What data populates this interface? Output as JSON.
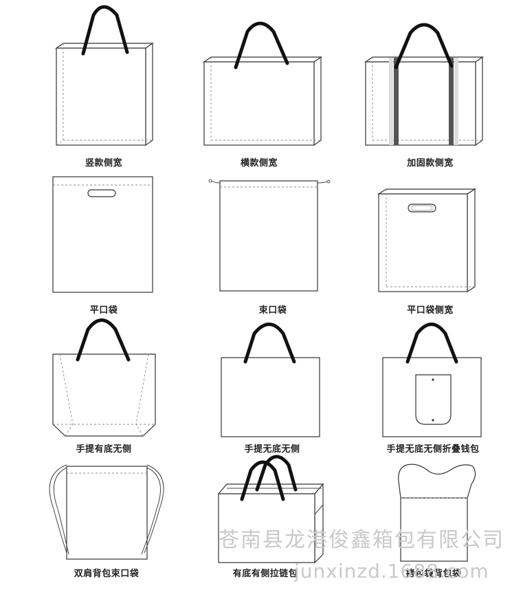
{
  "items": [
    {
      "label": "竖款侧宽"
    },
    {
      "label": "横款侧宽"
    },
    {
      "label": "加固款侧宽"
    },
    {
      "label": "平口袋"
    },
    {
      "label": "束口袋"
    },
    {
      "label": "平口袋侧宽"
    },
    {
      "label": "手提有底无侧"
    },
    {
      "label": "手提无底无侧"
    },
    {
      "label": "手提无底无侧折叠钱包"
    },
    {
      "label": "双肩背包束口袋"
    },
    {
      "label": "有底有侧拉链包"
    },
    {
      "label": "拷包袋背包袋"
    }
  ],
  "watermark": {
    "company": "苍南县龙港俊鑫箱包有限公司",
    "url": "junxinzd.1688.com"
  }
}
